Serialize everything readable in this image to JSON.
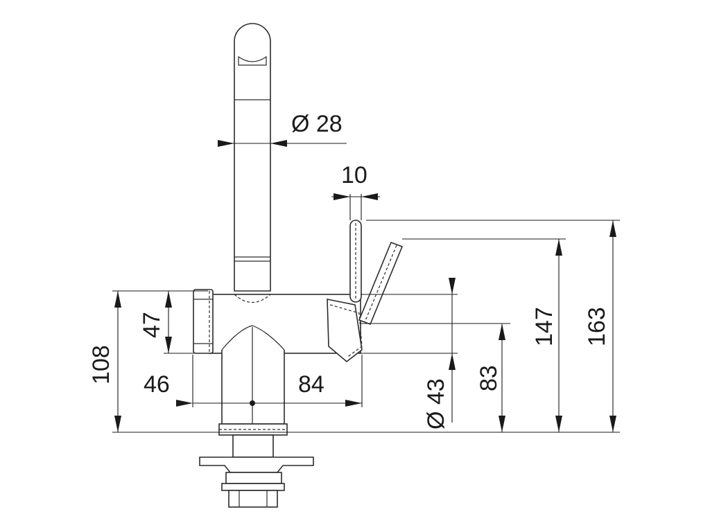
{
  "dimensions": {
    "spout_diameter": "Ø 28",
    "lever_width": "10",
    "body_height": "47",
    "base_to_body_top": "108",
    "left_offset": "46",
    "right_offset": "84",
    "body_diameter": "Ø 43",
    "base_to_body_axis": "83",
    "base_to_lever_tip": "147",
    "overall_height": "163"
  },
  "colors": {
    "line": "#2a2a2a",
    "background": "#ffffff"
  }
}
